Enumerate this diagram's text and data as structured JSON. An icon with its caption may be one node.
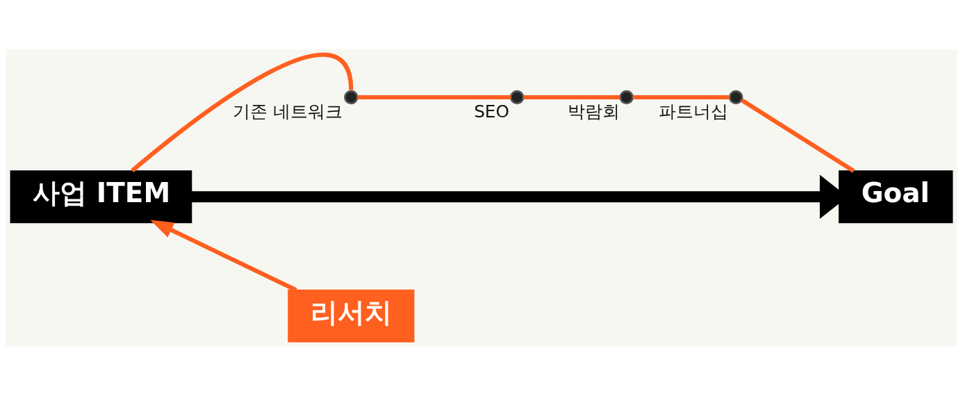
{
  "diagram": {
    "nodes": [
      {
        "text": [
          "사업 ITEM"
        ]
      },
      {
        "text": [],
        "shape": "circle",
        "beside": [
          "기존 네트워크"
        ]
      },
      {
        "text": [],
        "shape": "circle",
        "beside": [
          "SEO"
        ]
      },
      {
        "text": [],
        "shape": "circle",
        "beside": [
          "박람회"
        ]
      },
      {
        "text": [],
        "shape": "circle",
        "beside": [
          "파트너십"
        ]
      },
      {
        "text": [
          "Goal"
        ]
      },
      {
        "text": [
          "리서치"
        ]
      }
    ],
    "edges": [
      {
        "from": 0,
        "to": 5,
        "arrow": "to",
        "style": "thick",
        "color": "#000000"
      },
      {
        "from": 6,
        "to": 0,
        "arrow": "to"
      },
      {
        "from": 0,
        "to": 1,
        "arrow": "none"
      },
      {
        "from": 1,
        "to": 2,
        "arrow": "none"
      },
      {
        "from": 2,
        "to": 3,
        "arrow": "none"
      },
      {
        "from": 3,
        "to": 4,
        "arrow": "none"
      },
      {
        "from": 4,
        "to": 5,
        "arrow": "none"
      }
    ]
  }
}
